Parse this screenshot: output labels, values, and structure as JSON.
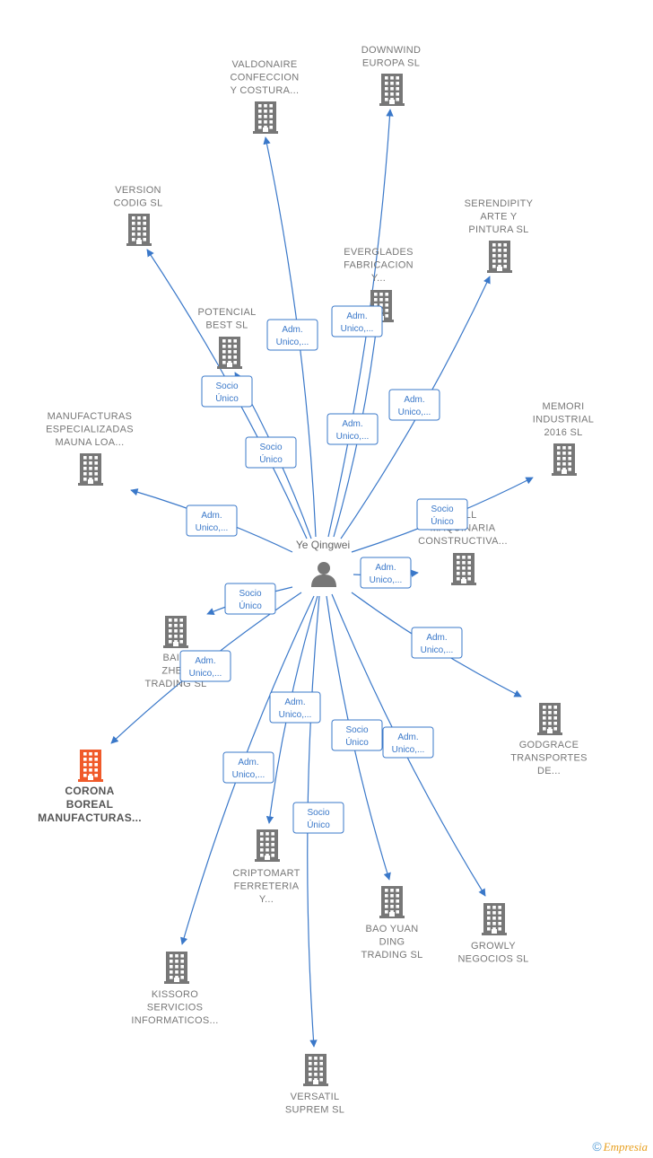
{
  "center": {
    "name": "Ye Qingwei"
  },
  "colors": {
    "edge": "#3a78c9",
    "building": "#777777",
    "highlight": "#f05a2a"
  },
  "companies": [
    {
      "id": "downwind",
      "lines": [
        "DOWNWIND",
        "EUROPA  SL"
      ],
      "highlight": false
    },
    {
      "id": "valdonaire",
      "lines": [
        "VALDONAIRE",
        "CONFECCION",
        "Y COSTURA..."
      ],
      "highlight": false
    },
    {
      "id": "version",
      "lines": [
        "VERSION",
        "CODIG  SL"
      ],
      "highlight": false
    },
    {
      "id": "serendipity",
      "lines": [
        "SERENDIPITY",
        "ARTE Y",
        "PINTURA  SL"
      ],
      "highlight": false
    },
    {
      "id": "everglades",
      "lines": [
        "EVERGLADES",
        "FABRICACION",
        "Y..."
      ],
      "highlight": false
    },
    {
      "id": "potencial",
      "lines": [
        "POTENCIAL",
        "BEST  SL"
      ],
      "highlight": false
    },
    {
      "id": "memori",
      "lines": [
        "MEMORI",
        "INDUSTRIAL",
        "2016  SL"
      ],
      "highlight": false
    },
    {
      "id": "manufacturas",
      "lines": [
        "MANUFACTURAS",
        "ESPECIALIZADAS",
        "MAUNA LOA..."
      ],
      "highlight": false
    },
    {
      "id": "well",
      "lines": [
        "WELL",
        "MAQUINARIA",
        "CONSTRUCTIVA..."
      ],
      "highlight": false
    },
    {
      "id": "baifu",
      "lines": [
        "BAI F",
        "ZHEN",
        "TRADING  SL"
      ],
      "highlight": false
    },
    {
      "id": "godgrace",
      "lines": [
        "GODGRACE",
        "TRANSPORTES",
        "DE..."
      ],
      "highlight": false
    },
    {
      "id": "corona",
      "lines": [
        "CORONA",
        "BOREAL",
        "MANUFACTURAS..."
      ],
      "highlight": true
    },
    {
      "id": "criptomart",
      "lines": [
        "CRIPTOMART",
        "FERRETERIA",
        "Y..."
      ],
      "highlight": false
    },
    {
      "id": "baoyuan",
      "lines": [
        "BAO YUAN",
        "DING",
        "TRADING  SL"
      ],
      "highlight": false
    },
    {
      "id": "growly",
      "lines": [
        "GROWLY",
        "NEGOCIOS  SL"
      ],
      "highlight": false
    },
    {
      "id": "kissoro",
      "lines": [
        "KISSORO",
        "SERVICIOS",
        "INFORMATICOS..."
      ],
      "highlight": false
    },
    {
      "id": "versatil",
      "lines": [
        "VERSATIL",
        "SUPREM  SL"
      ],
      "highlight": false
    }
  ],
  "edges": [
    {
      "to": "valdonaire",
      "label": [
        "Adm.",
        "Unico,..."
      ]
    },
    {
      "to": "downwind",
      "label": [
        "Adm.",
        "Unico,..."
      ]
    },
    {
      "to": "everglades",
      "label": [
        "Adm.",
        "Unico,..."
      ]
    },
    {
      "to": "version",
      "label": [
        "Socio",
        "Único"
      ]
    },
    {
      "to": "potencial",
      "label": [
        "Socio",
        "Único"
      ]
    },
    {
      "to": "serendipity",
      "label": [
        "Adm.",
        "Unico,..."
      ]
    },
    {
      "to": "manufacturas",
      "label": [
        "Adm.",
        "Unico,..."
      ]
    },
    {
      "to": "memori",
      "label": [
        "Socio",
        "Único"
      ]
    },
    {
      "to": "well",
      "label": [
        "Adm.",
        "Unico,..."
      ]
    },
    {
      "to": "baifu",
      "label": [
        "Socio",
        "Único"
      ]
    },
    {
      "to": "corona",
      "label": [
        "Adm.",
        "Unico,..."
      ]
    },
    {
      "to": "godgrace",
      "label": [
        "Adm.",
        "Unico,..."
      ]
    },
    {
      "to": "criptomart",
      "label": [
        "Adm.",
        "Unico,..."
      ]
    },
    {
      "to": "kissoro",
      "label": [
        "Adm.",
        "Unico,..."
      ]
    },
    {
      "to": "baoyuan",
      "label": [
        "Socio",
        "Único"
      ]
    },
    {
      "to": "growly",
      "label": [
        "Adm.",
        "Unico,..."
      ]
    },
    {
      "to": "versatil",
      "label": [
        "Socio",
        "Único"
      ]
    }
  ],
  "footer": {
    "copyright": "©",
    "brand": "Empresia"
  }
}
